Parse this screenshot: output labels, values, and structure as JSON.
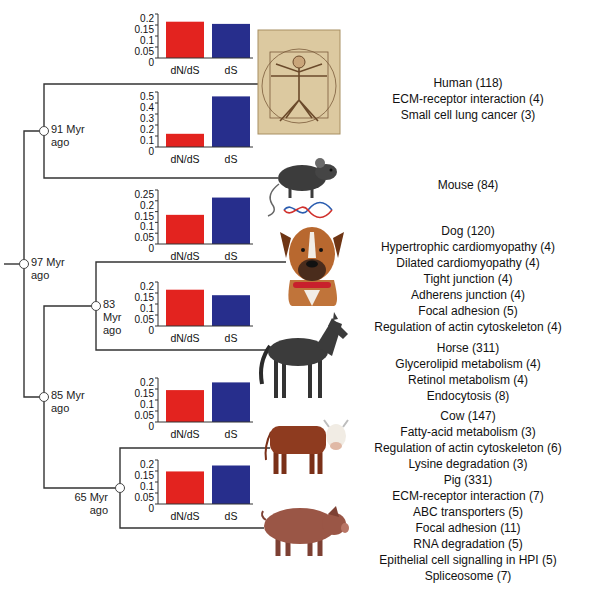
{
  "diagram": {
    "nodes": [
      {
        "text": [
          "91 Myr ago"
        ]
      },
      {
        "text": [
          "97 Myr ago"
        ]
      },
      {
        "text": [
          "83 Myr ago"
        ]
      },
      {
        "text": [
          "85 Myr ago"
        ]
      },
      {
        "text": [
          "65 Myr ago"
        ]
      }
    ],
    "edges": [
      {
        "from": 1,
        "to": 0,
        "arrow": "none"
      },
      {
        "from": 1,
        "to": 3,
        "arrow": "none"
      },
      {
        "from": 3,
        "to": 2,
        "arrow": "none"
      },
      {
        "from": 3,
        "to": 4,
        "arrow": "none"
      }
    ],
    "labels": [
      "0.2",
      "0.15",
      "0.1",
      "0.05",
      "0",
      "dN/dS",
      "dS",
      "Human (118)",
      "ECM-receptor interaction (4)",
      "Small cell lung cancer (3)",
      "0.5",
      "0.4",
      "0.3",
      "0.2",
      "0.1",
      "0",
      "dN/dS",
      "dS",
      "Mouse (84)",
      "0.25",
      "0.2",
      "0.15",
      "0.1",
      "0.05",
      "0",
      "dN/dS",
      "dS",
      "Dog (120)",
      "Hypertrophic cardiomyopathy (4)",
      "Dilated cardiomyopathy (4)",
      "Tight junction (4)",
      "Adherens junction (4)",
      "Focal adhesion (5)",
      "Regulation of actin cytoskeleton (4)",
      "0.2",
      "0.15",
      "0.1",
      "0.05",
      "0",
      "dN/dS",
      "dS",
      "Horse (311)",
      "Glycerolipid metabolism (4)",
      "Retinol metabolism (4)",
      "Endocytosis (8)",
      "0.2",
      "0.15",
      "0.1",
      "0.05",
      "0",
      "dN/dS",
      "dS",
      "Cow (147)",
      "Fatty-acid metabolism (3)",
      "Regulation of actin cytoskeleton (6)",
      "Lysine degradation (3)",
      "0.2",
      "0.15",
      "0.1",
      "0.05",
      "0",
      "dN/dS",
      "dS",
      "Pig (331)",
      "ECM-receptor interaction (7)",
      "ABC transporters (5)",
      "Focal adhesion (11)",
      "RNA degradation (5)",
      "Epithelial cell signalling in HPI (5)",
      "Spliceosome (7)"
    ]
  }
}
